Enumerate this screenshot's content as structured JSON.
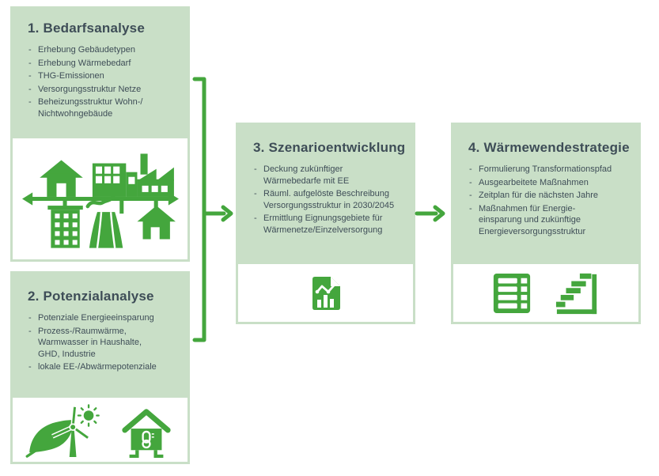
{
  "colors": {
    "accent_green": "#44a63d",
    "box_background": "#c9dfc7",
    "panel_border": "#c9dfc7",
    "text": "#3e4d57",
    "page_background": "#ffffff"
  },
  "boxes": [
    {
      "title": "1. Bedarfsanalyse",
      "bullets": [
        "Erhebung Gebäudetypen",
        "Erhebung Wärmebedarf",
        "THG-Emissionen",
        "Versorgungsstruktur Netze",
        "Beheizungsstruktur Wohn-/\nNichtwohngebäude"
      ]
    },
    {
      "title": "2. Potenzialanalyse",
      "bullets": [
        "Potenziale Energieeinsparung",
        "Prozess-/Raumwärme,\nWarmwasser in Haushalte,\nGHD, Industrie",
        "lokale EE-/Abwärmepotenziale"
      ]
    },
    {
      "title": "3. Szenarioentwicklung",
      "bullets": [
        "Deckung zukünftiger\nWärmebedarfe mit EE",
        "Räuml. aufgelöste Beschreibung\nVersorgungsstruktur in 2030/2045",
        "Ermittlung Eignungsgebiete für\nWärmenetze/Einzelversorgung"
      ]
    },
    {
      "title": "4. Wärmewendestrategie",
      "bullets": [
        "Formulierung Transformationspfad",
        "Ausgearbeitete Maßnahmen",
        "Zeitplan für die nächsten Jahre",
        "Maßnahmen für Energie-\neinsparung und zukünftige\nEnergieversorgungsstruktur"
      ]
    }
  ],
  "icons": {
    "panel1": "buildings-network-icon",
    "panel2a": "renewable-energy-icon",
    "panel2b": "house-thermometer-icon",
    "panel3": "chart-document-icon",
    "panel4a": "measures-table-icon",
    "panel4b": "timeline-stairs-icon"
  },
  "connectors": {
    "bracket": "boxes-1-2-to-box-3",
    "arrow": "box-3-to-box-4"
  }
}
